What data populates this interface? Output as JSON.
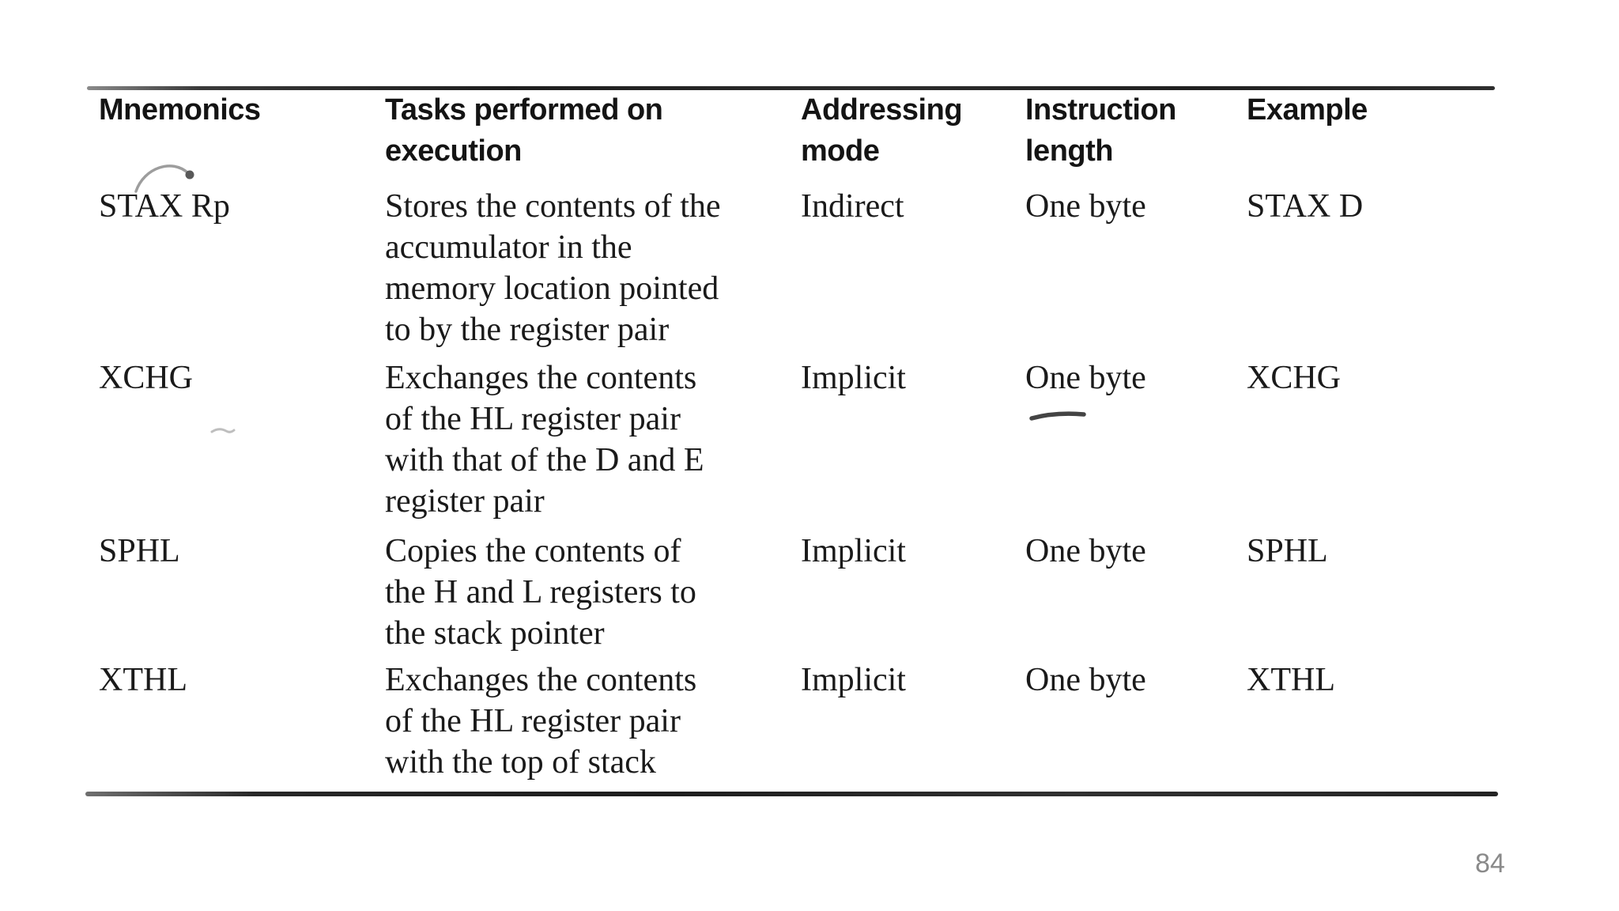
{
  "slide": {
    "page_number": "84"
  },
  "table": {
    "columns": [
      {
        "label": "Mnemonics"
      },
      {
        "label": "Tasks performed on\nexecution"
      },
      {
        "label": "Addressing\nmode"
      },
      {
        "label": "Instruction\nlength"
      },
      {
        "label": "Example"
      }
    ],
    "rows": [
      {
        "mnemonic": "STAX Rp",
        "task": "Stores the contents of the\naccumulator in the\nmemory location pointed\nto by the register pair",
        "addressing_mode": "Indirect",
        "instruction_length": "One byte",
        "example": "STAX D"
      },
      {
        "mnemonic": "XCHG",
        "task": "Exchanges the contents\nof the HL register pair\nwith that of the D and E\nregister pair",
        "addressing_mode": "Implicit",
        "instruction_length": "One byte",
        "example": "XCHG"
      },
      {
        "mnemonic": "SPHL",
        "task": "Copies the contents of\nthe H and L registers to\nthe stack pointer",
        "addressing_mode": "Implicit",
        "instruction_length": "One byte",
        "example": "SPHL"
      },
      {
        "mnemonic": "XTHL",
        "task": "Exchanges the contents\nof the HL register pair\nwith the top of stack",
        "addressing_mode": "Implicit",
        "instruction_length": "One byte",
        "example": "XTHL"
      }
    ]
  },
  "annotations": {
    "pen_marks": [
      "arc-scribble-above-stax-rp",
      "smudge-left-of-xchg-task",
      "underline-below-one-byte-xchg"
    ]
  },
  "colors": {
    "background": "#ffffff",
    "body_text": "#1c1c1c",
    "header_text": "#161616",
    "rule": "#2b2b2b",
    "page_number": "#8a8a8a"
  }
}
